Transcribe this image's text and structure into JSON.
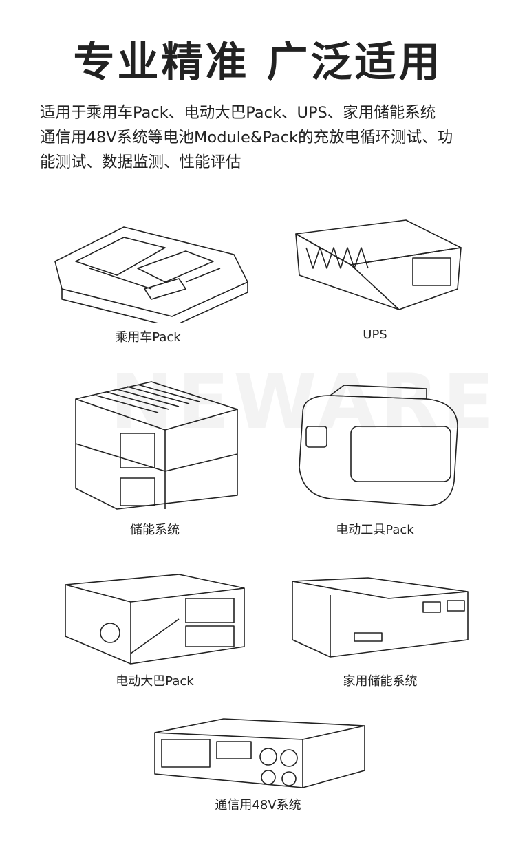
{
  "title": "专业精准  广泛适用",
  "description": [
    "适用于乘用车Pack、电动大巴Pack、UPS、家用储能系统",
    "通信用48V系统等电池Module&Pack的充放电循环测试、功",
    "能测试、数据监测、性能评估"
  ],
  "watermark": "NEWARE",
  "products": [
    {
      "label": "乘用车Pack",
      "icon": "car-battery-pack"
    },
    {
      "label": "UPS",
      "icon": "ups-module"
    },
    {
      "label": "储能系统",
      "icon": "energy-storage-rack"
    },
    {
      "label": "电动工具Pack",
      "icon": "power-tool-battery"
    },
    {
      "label": "电动大巴Pack",
      "icon": "bus-battery-pack"
    },
    {
      "label": "家用储能系统",
      "icon": "home-storage-unit"
    },
    {
      "label": "通信用48V系统",
      "icon": "telecom-48v-unit"
    }
  ]
}
